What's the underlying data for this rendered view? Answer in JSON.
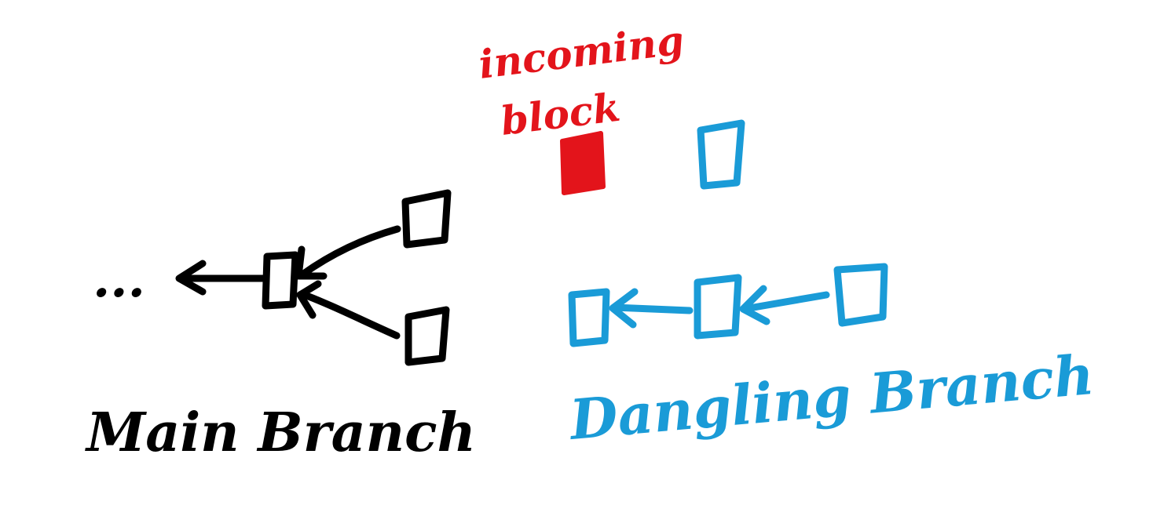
{
  "colors": {
    "main": "#000000",
    "dangling": "#1a9bd7",
    "incoming": "#e3141b"
  },
  "labels": {
    "ellipsis": "...",
    "main_branch": "Main Branch",
    "dangling_branch": "Dangling Branch",
    "incoming_line1": "incoming",
    "incoming_line2": "block"
  }
}
